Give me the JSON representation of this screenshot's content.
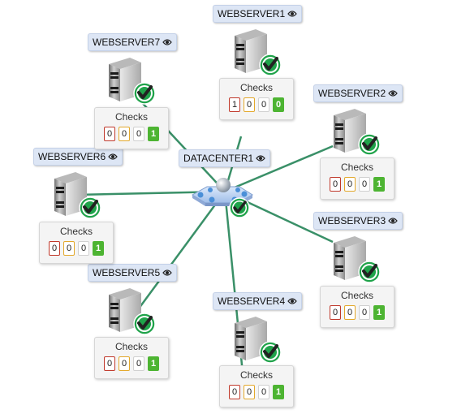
{
  "colors": {
    "link": "#3a9068",
    "ok_check": "#1fa34a",
    "label_bg": "#dde6f5"
  },
  "datacenter": {
    "name": "DATACENTER1",
    "view_icon": "eye-icon"
  },
  "check_header": "Checks",
  "nodes": [
    {
      "name": "WEBSERVER1",
      "view_icon": "eye-icon",
      "status_icon": "ok-check-icon",
      "checks": {
        "critical": "1",
        "warning": "0",
        "unknown": "0",
        "ok": "0"
      }
    },
    {
      "name": "WEBSERVER2",
      "view_icon": "eye-icon",
      "status_icon": "ok-check-icon",
      "checks": {
        "critical": "0",
        "warning": "0",
        "unknown": "0",
        "ok": "1"
      }
    },
    {
      "name": "WEBSERVER3",
      "view_icon": "eye-icon",
      "status_icon": "ok-check-icon",
      "checks": {
        "critical": "0",
        "warning": "0",
        "unknown": "0",
        "ok": "1"
      }
    },
    {
      "name": "WEBSERVER4",
      "view_icon": "eye-icon",
      "status_icon": "ok-check-icon",
      "checks": {
        "critical": "0",
        "warning": "0",
        "unknown": "0",
        "ok": "1"
      }
    },
    {
      "name": "WEBSERVER5",
      "view_icon": "eye-icon",
      "status_icon": "ok-check-icon",
      "checks": {
        "critical": "0",
        "warning": "0",
        "unknown": "0",
        "ok": "1"
      }
    },
    {
      "name": "WEBSERVER6",
      "view_icon": "eye-icon",
      "status_icon": "ok-check-icon",
      "checks": {
        "critical": "0",
        "warning": "0",
        "unknown": "0",
        "ok": "1"
      }
    },
    {
      "name": "WEBSERVER7",
      "view_icon": "eye-icon",
      "status_icon": "ok-check-icon",
      "checks": {
        "critical": "0",
        "warning": "0",
        "unknown": "0",
        "ok": "1"
      }
    }
  ]
}
